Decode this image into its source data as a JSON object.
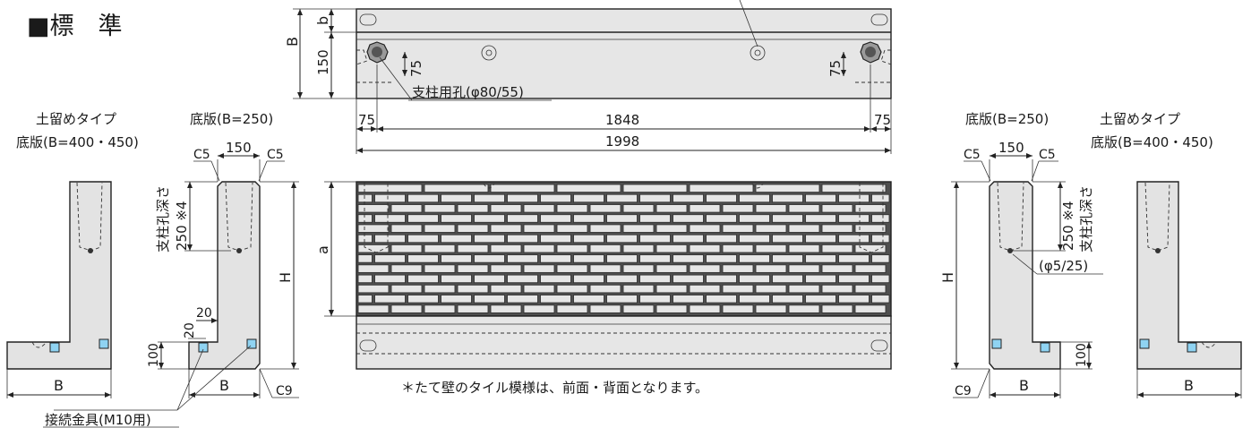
{
  "title": "■標　準",
  "labels": {
    "left_soil_type": "土留めタイプ",
    "left_soil_base": "底版(B=400・450)",
    "left_base_250": "底版(B=250)",
    "right_base_250": "底版(B=250)",
    "right_soil_type": "土留めタイプ",
    "right_soil_base": "底版(B=400・450)",
    "post_hole": "支柱用孔(φ80/55)",
    "post_depth_left": "支柱孔深さ",
    "post_depth_right": "支柱孔深さ",
    "post_depth_value_left": "250 ※4",
    "post_depth_value_right": "250 ※4",
    "small_hole": "(φ5/25)",
    "connector": "接続金具(M10用)",
    "note": "＊たて壁のタイル模様は、前面・背面となります。"
  },
  "dimensions": {
    "B": "B",
    "b": "b",
    "H": "H",
    "a": "a",
    "d150": "150",
    "d75": "75",
    "d1848": "1848",
    "d1998": "1998",
    "d100": "100",
    "d20": "20",
    "c5": "C5",
    "c9": "C9"
  }
}
